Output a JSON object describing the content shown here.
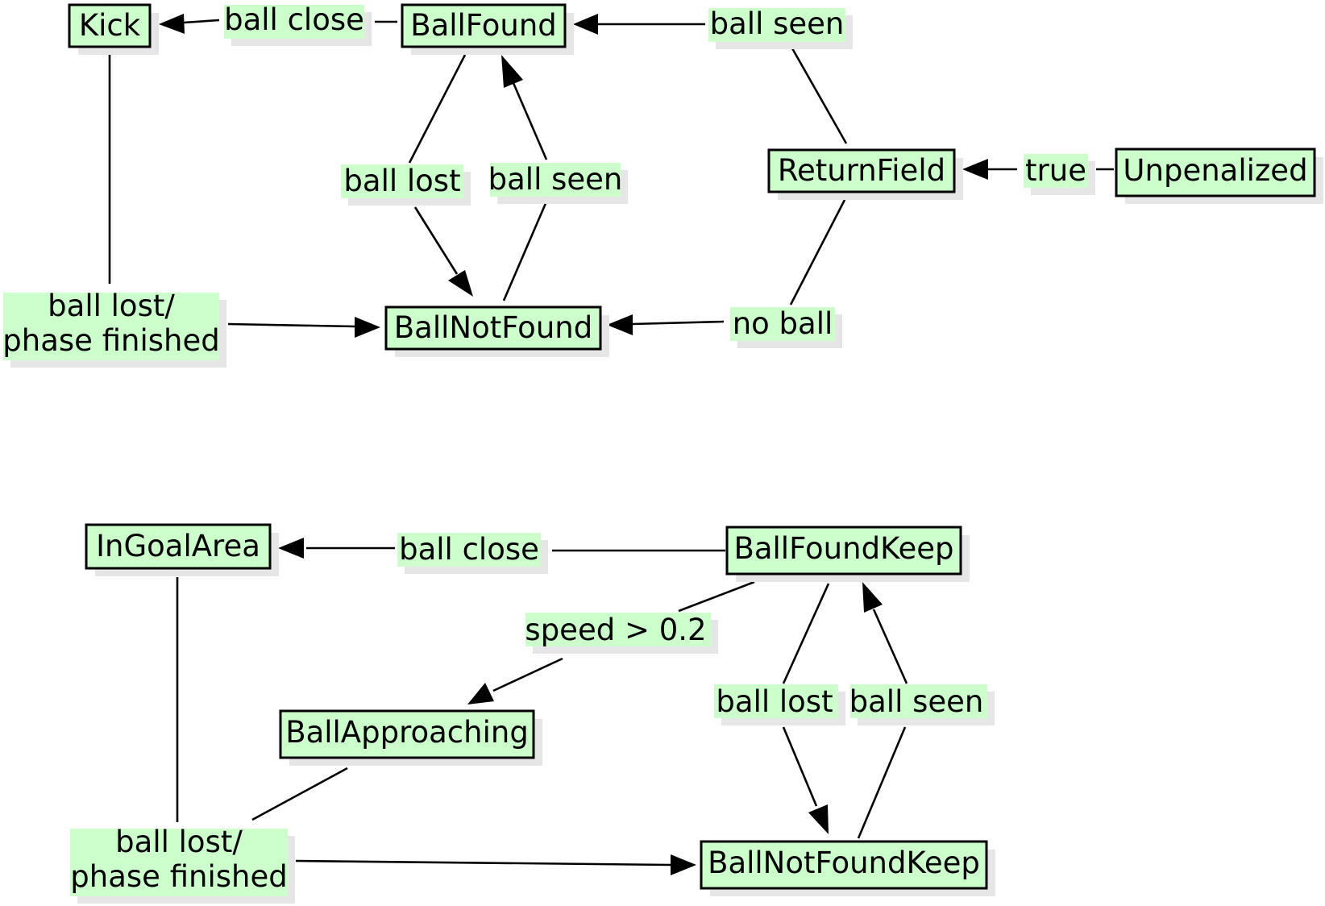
{
  "colors": {
    "fill": "#ccffcc",
    "stroke": "#000000",
    "shadow": "#e6e6e6"
  },
  "diagram1": {
    "states": {
      "kick": "Kick",
      "ball_found": "BallFound",
      "return_field": "ReturnField",
      "unpenalized": "Unpenalized",
      "ball_not_found": "BallNotFound"
    },
    "transitions": {
      "ball_close": "ball close",
      "ball_seen_top": "ball seen",
      "ball_lost": "ball lost",
      "ball_seen": "ball seen",
      "true": "true",
      "no_ball": "no ball",
      "ball_lost_phase_line1": "ball lost/",
      "ball_lost_phase_line2": "phase finished"
    }
  },
  "diagram2": {
    "states": {
      "in_goal_area": "InGoalArea",
      "ball_found_keep": "BallFoundKeep",
      "ball_approaching": "BallApproaching",
      "ball_not_found_keep": "BallNotFoundKeep"
    },
    "transitions": {
      "ball_close": "ball close",
      "speed": "speed > 0.2",
      "ball_lost": "ball lost",
      "ball_seen": "ball seen",
      "ball_lost_phase_line1": "ball lost/",
      "ball_lost_phase_line2": "phase finished"
    }
  }
}
